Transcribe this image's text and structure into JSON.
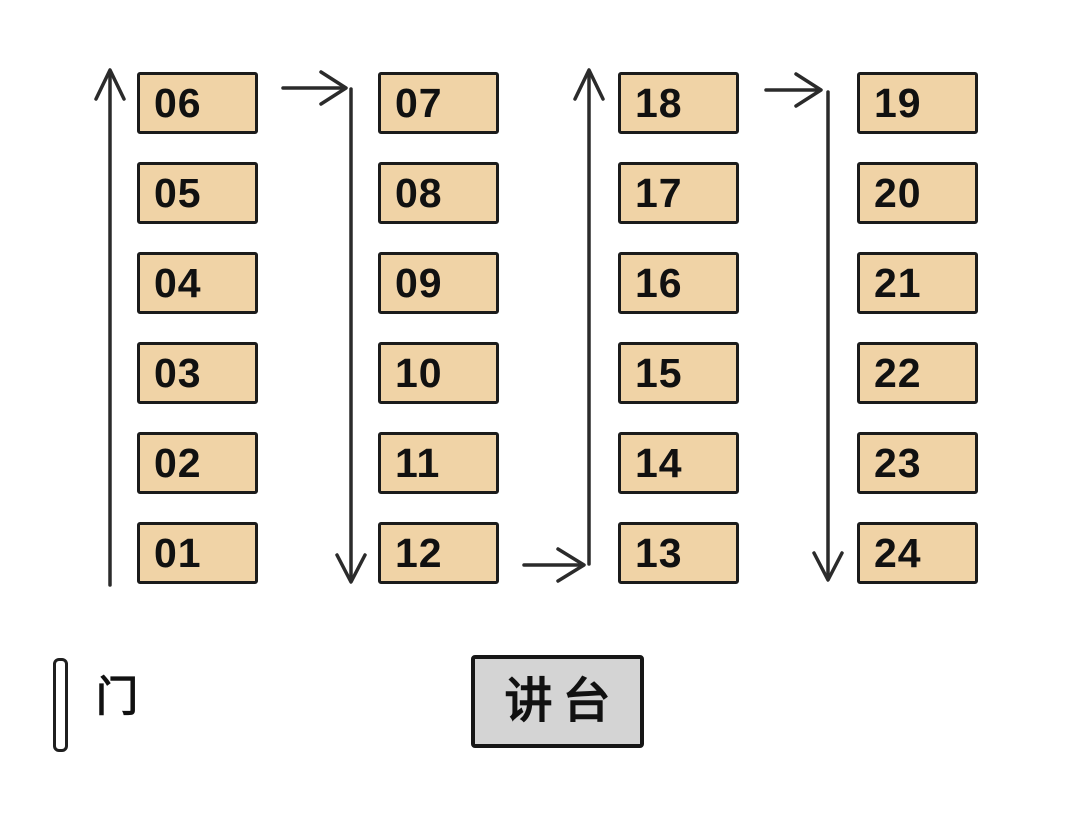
{
  "colors": {
    "seat_fill": "#f0d3a6",
    "seat_border": "#1b1b1b",
    "podium_fill": "#d4d4d4",
    "arrow": "#2b2b2b"
  },
  "seating": {
    "columns": [
      {
        "id": "column-1",
        "arrow_direction": "up",
        "seats": [
          "06",
          "05",
          "04",
          "03",
          "02",
          "01"
        ]
      },
      {
        "id": "column-2",
        "arrow_direction": "down",
        "seats": [
          "07",
          "08",
          "09",
          "10",
          "11",
          "12"
        ]
      },
      {
        "id": "column-3",
        "arrow_direction": "up",
        "seats": [
          "18",
          "17",
          "16",
          "15",
          "14",
          "13"
        ]
      },
      {
        "id": "column-4",
        "arrow_direction": "down",
        "seats": [
          "19",
          "20",
          "21",
          "22",
          "23",
          "24"
        ]
      }
    ]
  },
  "door": {
    "label": "门"
  },
  "podium": {
    "label": "讲台"
  }
}
